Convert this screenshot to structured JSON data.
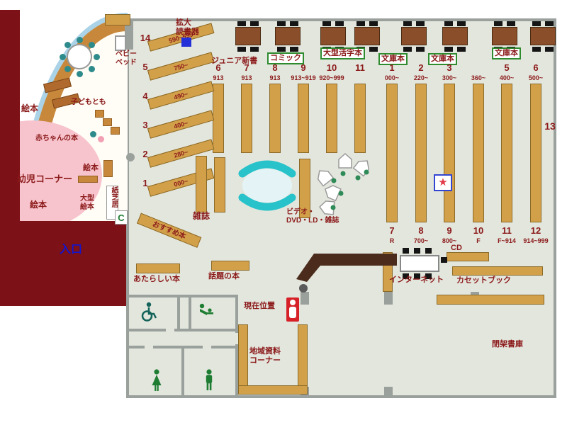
{
  "palette": {
    "floor": "#e3e6dd",
    "wall": "#9aa09c",
    "wood_shelf": "#d3a04a",
    "wood_band": "#c8883c",
    "dark_red_wall": "#7c1117",
    "label_red": "#8b1a1a",
    "entrance_blue": "#1414cc",
    "pink_corner": "#f7c3cc",
    "cyan_bench": "#27c2ca",
    "green_box": "#2e8b2e",
    "toilet_green": "#1e7d32",
    "counter_brown": "#4a2b1c",
    "marker_red": "#d62128",
    "star_red": "#e23a48",
    "device_blue": "#2430d8"
  },
  "top": {
    "magnifier": "拡大\n読書器",
    "junior": "ジュニア新書",
    "comic": "コミック",
    "large_print": "大型活字本",
    "bunko1": "文庫本",
    "bunko2": "文庫本",
    "bunko3": "文庫本"
  },
  "kids": {
    "baby_bed": "ベビー\nベッド",
    "kodomo_table": "子どもとも",
    "ehon1": "絵本",
    "ehon2": "絵本",
    "ehon3": "絵本",
    "baby_books": "赤ちゃんの本",
    "toddler": "幼児コーナー",
    "oogata_ehon": "大型\n絵本",
    "kamishibai": "紙芝居",
    "osusume": "おすすめ本"
  },
  "diagonal": {
    "numbers": [
      "14",
      "5",
      "4",
      "3",
      "2",
      "1"
    ],
    "ranges": [
      "590~599",
      "750~",
      "490~",
      "400~",
      "280~",
      "000~"
    ]
  },
  "center": {
    "numbers": [
      "6",
      "7",
      "8",
      "9",
      "10",
      "11"
    ],
    "ranges": [
      "913",
      "913",
      "913",
      "913~919",
      "920~999",
      ""
    ]
  },
  "right_top": {
    "numbers": [
      "1",
      "2",
      "3",
      "",
      "5",
      "6"
    ],
    "ranges": [
      "000~",
      "220~",
      "300~",
      "360~",
      "400~",
      "500~"
    ]
  },
  "right_bottom": {
    "numbers": [
      "7",
      "8",
      "9",
      "10",
      "11",
      "12"
    ],
    "ranges": [
      "R",
      "700~",
      "800~",
      "F",
      "F~914",
      "914~999"
    ]
  },
  "aisle13": "13",
  "mid": {
    "zasshi": "雑誌",
    "video": "ビデオ・\nDVD・LD・雑誌"
  },
  "entrance": "入口",
  "bottom": {
    "new_books": "あたらしい本",
    "topical": "話題の本",
    "current": "現在位置",
    "internet": "インターネット",
    "cd": "CD",
    "cassette": "カセットブック",
    "local": "地域資料\nコーナー",
    "closed_stacks": "閉架書庫"
  },
  "icons": {
    "star": "★",
    "copier": "C"
  }
}
